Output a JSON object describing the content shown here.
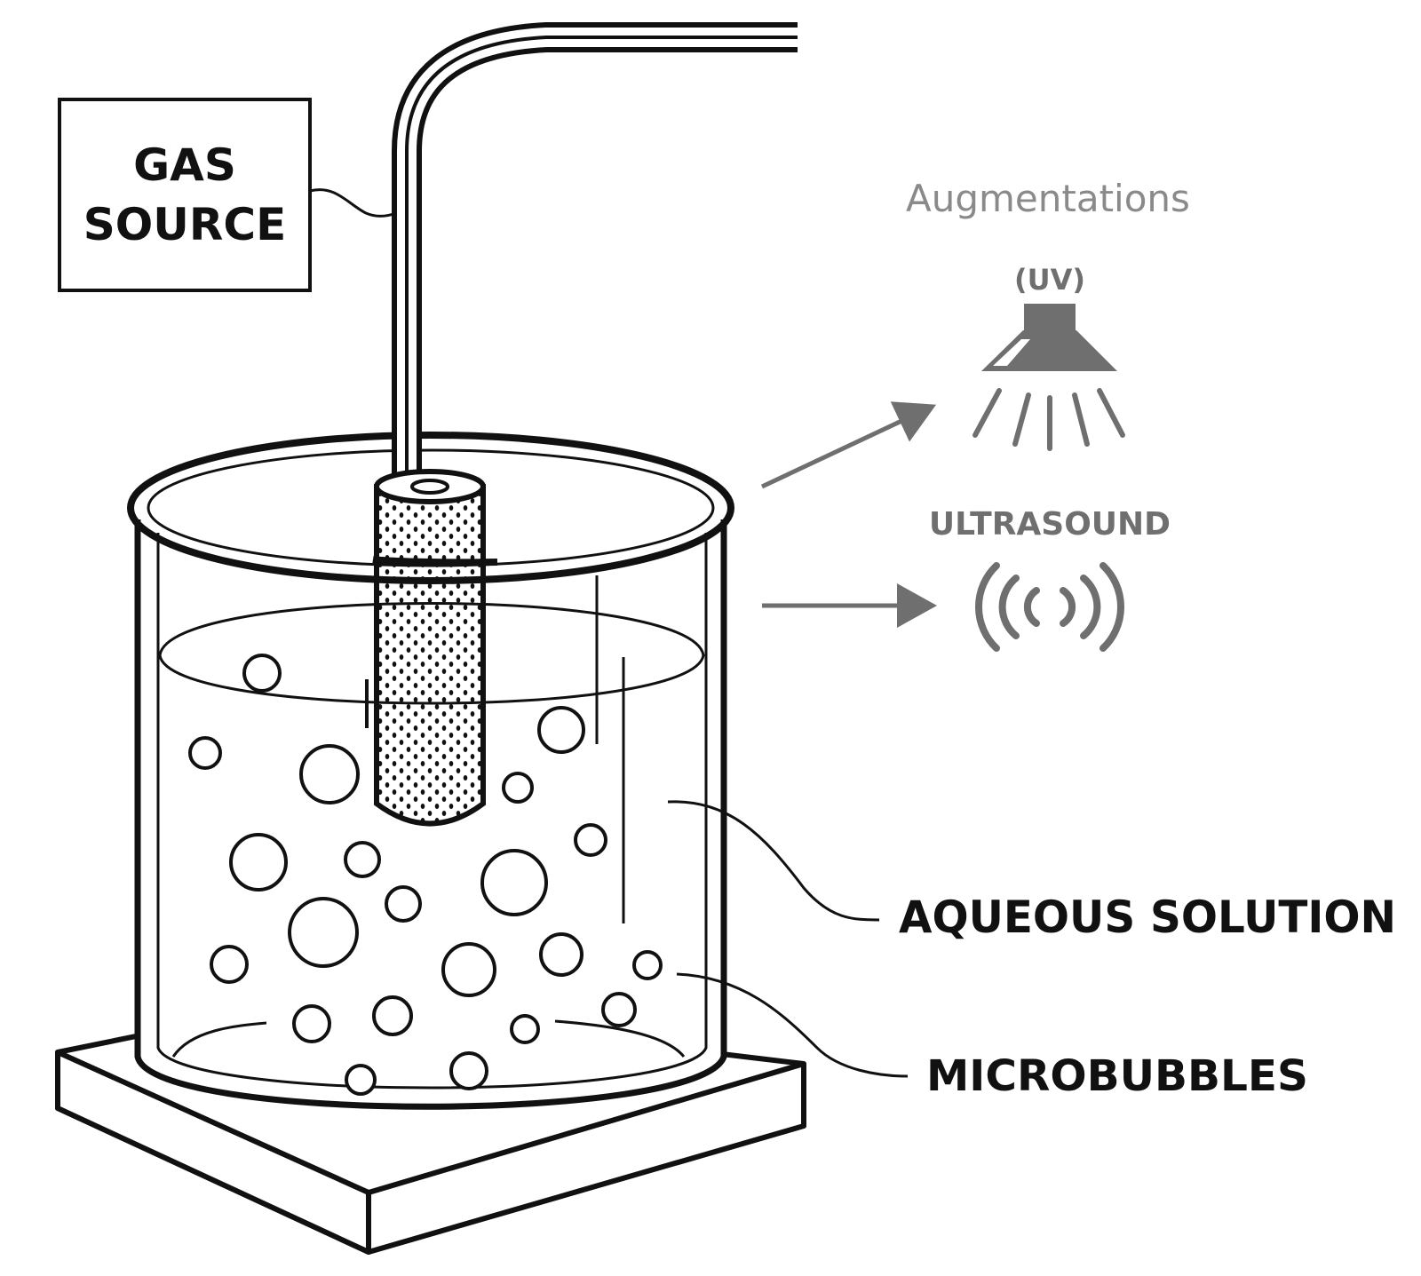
{
  "gas_source": {
    "line1": "GAS",
    "line2": "SOURCE"
  },
  "augmentations": {
    "heading": "Augmentations",
    "uv_label": "(UV)",
    "ultrasound_label": "ULTRASOUND"
  },
  "callouts": {
    "aqueous_solution": "AQUEOUS SOLUTION",
    "microbubbles": "MICROBUBBLES"
  },
  "colors": {
    "ink": "#111111",
    "augment_gray": "#6f6f6f",
    "heading_gray": "#8a8a8a",
    "background": "#ffffff"
  },
  "icons": [
    "uv-lamp-icon",
    "ultrasound-waves-icon",
    "arrow-right-icon"
  ]
}
